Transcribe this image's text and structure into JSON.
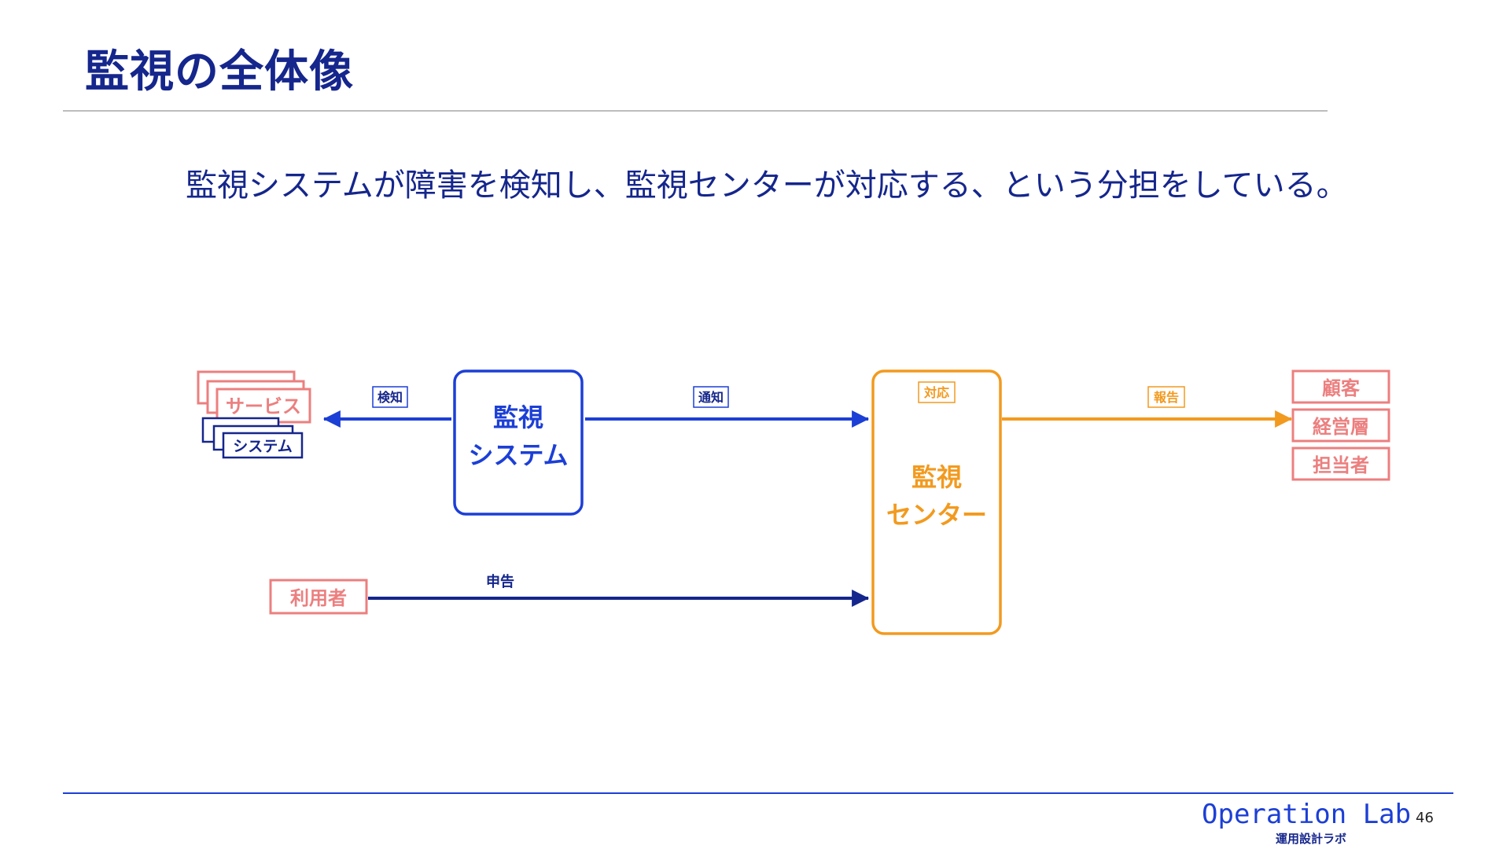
{
  "slide": {
    "title": "監視の全体像",
    "subtitle": "監視システムが障害を検知し、監視センターが対応する、という分担をしている。",
    "page_number": "46"
  },
  "diagram": {
    "targets": {
      "service": "サービス",
      "system": "システム"
    },
    "monitoring_system": {
      "line1": "監視",
      "line2": "システム"
    },
    "monitoring_center": {
      "line1": "監視",
      "line2": "センター"
    },
    "user": "利用者",
    "labels": {
      "detect": "検知",
      "notify": "通知",
      "respond": "対応",
      "report": "報告",
      "declare": "申告"
    },
    "recipients": [
      "顧客",
      "経営層",
      "担当者"
    ],
    "colors": {
      "navy": "#15268c",
      "blue": "#1c3fd6",
      "orange": "#f29a1f",
      "salmon": "#ec7f7f"
    }
  },
  "footer": {
    "brand": "Operation Lab",
    "brand_sub": "運用設計ラボ"
  }
}
